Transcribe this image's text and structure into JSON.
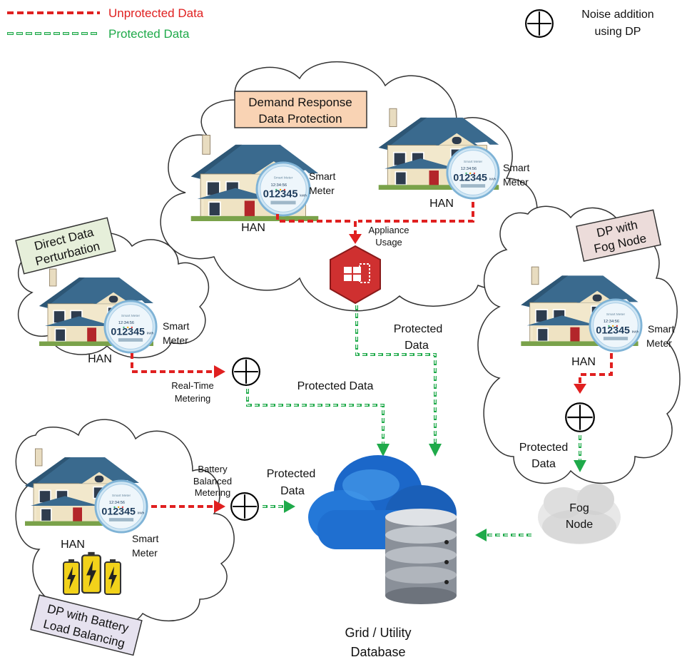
{
  "legend": {
    "unprotected": "Unprotected Data",
    "protected": "Protected Data",
    "noise_line1": "Noise addition",
    "noise_line2": "using DP",
    "unprotected_color": "#e02020",
    "protected_color": "#1faa4a"
  },
  "boxes": {
    "demand_response": [
      "Demand Response",
      "Data Protection"
    ],
    "direct_perturbation": [
      "Direct Data",
      "Perturbation"
    ],
    "fog_node_box": [
      "DP with",
      "Fog Node"
    ],
    "battery_box": [
      "DP with Battery",
      "Load Balancing"
    ]
  },
  "meter": {
    "reading": "012345",
    "small_time": "12:34:56",
    "unit": "kWh"
  },
  "labels": {
    "han": "HAN",
    "smart": "Smart",
    "meter": "Meter",
    "appliance_1": "Appliance",
    "appliance_2": "Usage",
    "protected": "Protected",
    "data": "Data",
    "protected_data": "Protected Data",
    "realtime_1": "Real-Time",
    "realtime_2": "Metering",
    "battery_1": "Battery",
    "battery_2": "Balanced",
    "battery_3": "Metering",
    "fog_1": "Fog",
    "fog_2": "Node",
    "db_1": "Grid / Utility",
    "db_2": "Database"
  },
  "icons": [
    "plus-circle-icon",
    "house-icon",
    "smart-meter-icon",
    "aggregator-hexagon-icon",
    "battery-icon",
    "cloud-database-icon",
    "fog-cloud-icon"
  ]
}
